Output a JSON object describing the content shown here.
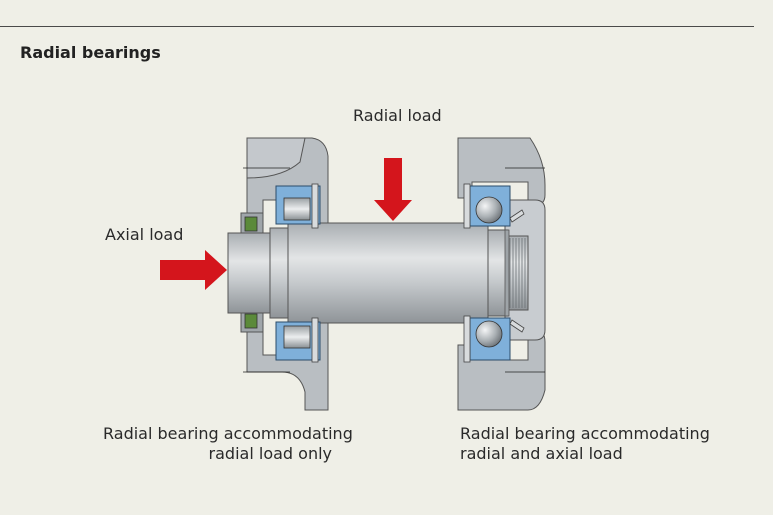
{
  "header": {
    "title": "Radial bearings"
  },
  "diagram": {
    "radial_load_label": "Radial load",
    "axial_load_label": "Axial load",
    "left_caption": [
      "Radial bearing accommodating",
      "radial load only"
    ],
    "right_caption": [
      "Radial bearing accommodating",
      "radial and axial load"
    ],
    "colors": {
      "background": "#efefe7",
      "housing": "#b9bec2",
      "shaft": "#c9cdd0",
      "bearing_ring": "#7fb0da",
      "arrow": "#d4151c"
    }
  }
}
